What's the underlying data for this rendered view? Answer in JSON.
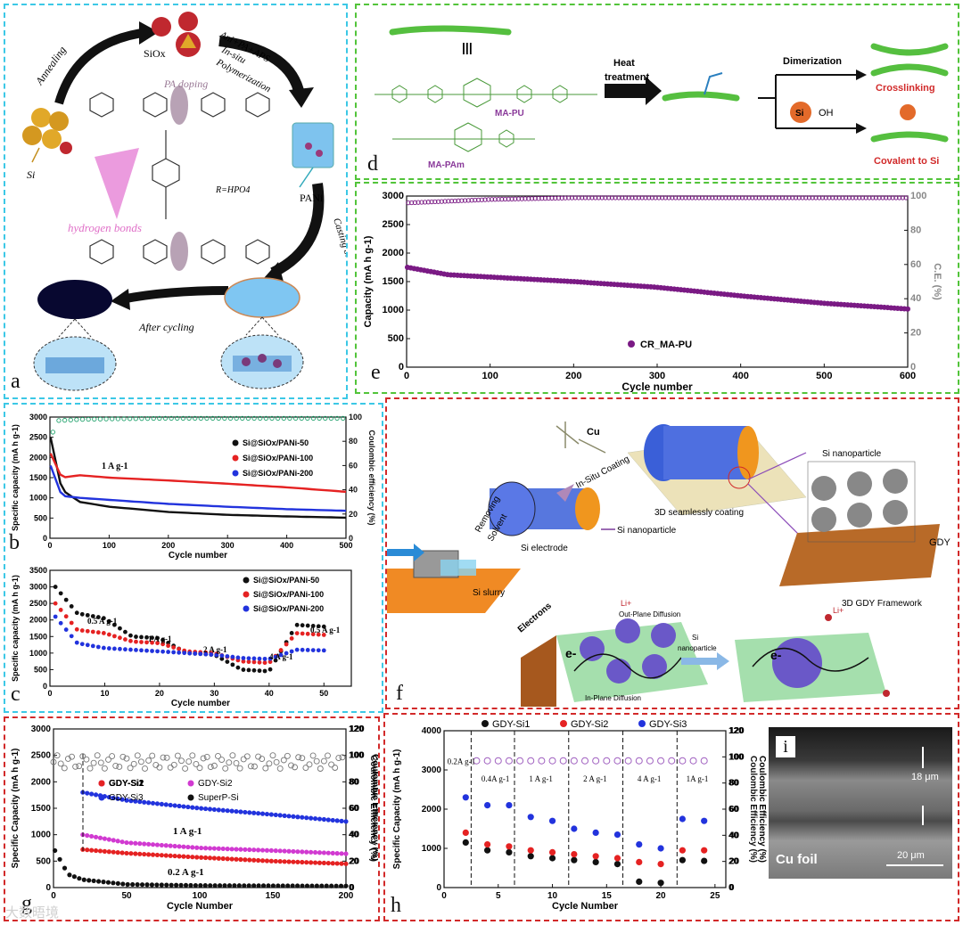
{
  "panel_a": {
    "label": "a",
    "annealing": "Annealing",
    "siox": "SiOx",
    "ani": "Ani+PA+APS",
    "insitu": "In-situ",
    "polymerization": "Polymerization",
    "pa_doping": "PA doping",
    "si": "Si",
    "pani": "PANi",
    "hydrogen_bonds": "hydrogen bonds",
    "casting": "Casting on Cu foil",
    "after_cycling": "After cycling",
    "r_hpo4": "R=HPO4"
  },
  "panel_b": {
    "label": "b",
    "rate_label": "1 A g-1",
    "chart_data": {
      "type": "line",
      "xlabel": "Cycle number",
      "ylabel": "Specific capacity (mA h g-1)",
      "y2label": "Coulombic efficiency (%)",
      "xlim": [
        0,
        500
      ],
      "ylim": [
        0,
        3000
      ],
      "y2lim": [
        0,
        100
      ],
      "xticks": [
        "0",
        "100",
        "200",
        "300",
        "400",
        "500"
      ],
      "yticks": [
        "0",
        "500",
        "1000",
        "1500",
        "2000",
        "2500",
        "3000"
      ],
      "y2ticks": [
        "0",
        "20",
        "40",
        "60",
        "80",
        "100"
      ],
      "series": [
        {
          "name": "Si@SiOx/PANi-50",
          "color": "#111111",
          "x": [
            1,
            20,
            50,
            100,
            200,
            300,
            400,
            500
          ],
          "values": [
            2500,
            1200,
            900,
            780,
            650,
            580,
            540,
            510
          ]
        },
        {
          "name": "Si@SiOx/PANi-100",
          "color": "#e52222",
          "x": [
            1,
            20,
            50,
            100,
            200,
            300,
            400,
            500
          ],
          "values": [
            2100,
            1500,
            1560,
            1500,
            1430,
            1350,
            1260,
            1150
          ]
        },
        {
          "name": "Si@SiOx/PANi-200",
          "color": "#2233dd",
          "x": [
            1,
            20,
            50,
            100,
            200,
            300,
            400,
            500
          ],
          "values": [
            1800,
            1050,
            1000,
            950,
            850,
            780,
            720,
            680
          ]
        }
      ],
      "ce_series": {
        "color": "#23a36e",
        "x": [
          1,
          10,
          50,
          100,
          200,
          300,
          400,
          500
        ],
        "values": [
          80,
          97,
          98,
          98.5,
          99,
          99,
          99,
          99
        ]
      }
    }
  },
  "panel_c": {
    "label": "c",
    "rate_labels": [
      "0.5 A g-1",
      "1 A g-1",
      "2 A g-1",
      "4 A g-1",
      "0.5 A g-1"
    ],
    "chart_data": {
      "type": "scatter",
      "xlabel": "Cycle number",
      "ylabel": "Specific capacity (mA h g-1)",
      "xlim": [
        0,
        55
      ],
      "ylim": [
        0,
        3500
      ],
      "xticks": [
        "0",
        "10",
        "20",
        "30",
        "40",
        "50"
      ],
      "yticks": [
        "0",
        "500",
        "1000",
        "1500",
        "2000",
        "2500",
        "3000",
        "3500"
      ],
      "series": [
        {
          "name": "Si@SiOx/PANi-50",
          "color": "#111111",
          "x": [
            1,
            5,
            10,
            15,
            20,
            25,
            30,
            35,
            40,
            45,
            50
          ],
          "values": [
            3000,
            2200,
            2050,
            1500,
            1450,
            1000,
            950,
            500,
            450,
            1850,
            1800
          ]
        },
        {
          "name": "Si@SiOx/PANi-100",
          "color": "#e52222",
          "x": [
            1,
            5,
            10,
            15,
            20,
            25,
            30,
            35,
            40,
            45,
            50
          ],
          "values": [
            2500,
            1700,
            1600,
            1350,
            1300,
            1050,
            1000,
            750,
            700,
            1600,
            1550
          ]
        },
        {
          "name": "Si@SiOx/PANi-200",
          "color": "#2233dd",
          "x": [
            1,
            5,
            10,
            15,
            20,
            25,
            30,
            35,
            40,
            45,
            50
          ],
          "values": [
            2100,
            1300,
            1150,
            1100,
            1050,
            1000,
            950,
            850,
            820,
            1100,
            1080
          ]
        }
      ]
    }
  },
  "panel_d": {
    "label": "d",
    "heat": "Heat",
    "treatment": "treatment",
    "dimerization": "Dimerization",
    "crosslinking": "Crosslinking",
    "covalent": "Covalent to Si",
    "ma_pu": "MA-PU",
    "ma_pam": "MA-PAm",
    "si": "Si",
    "oh": "OH"
  },
  "panel_e": {
    "label": "e",
    "chart_data": {
      "type": "scatter",
      "xlabel": "Cycle number",
      "ylabel": "Capacity (mA h g-1)",
      "y2label": "C.E. (%)",
      "xlim": [
        0,
        600
      ],
      "ylim": [
        0,
        3000
      ],
      "y2lim": [
        0,
        100
      ],
      "xticks": [
        "0",
        "100",
        "200",
        "300",
        "400",
        "500",
        "600"
      ],
      "yticks": [
        "0",
        "500",
        "1000",
        "1500",
        "2000",
        "2500",
        "3000"
      ],
      "y2ticks": [
        "0",
        "20",
        "40",
        "60",
        "80",
        "100"
      ],
      "series": [
        {
          "name": "CR_MA-PU",
          "color": "#7a1a84",
          "x": [
            1,
            50,
            100,
            200,
            300,
            400,
            500,
            600
          ],
          "values": [
            1750,
            1620,
            1580,
            1500,
            1400,
            1250,
            1120,
            1020
          ]
        }
      ],
      "ce_series": {
        "color": "#7a1a84",
        "x": [
          1,
          100,
          200,
          300,
          400,
          500,
          600
        ],
        "values": [
          96,
          98,
          99,
          99,
          99,
          99,
          99
        ]
      }
    }
  },
  "panel_f": {
    "label": "f",
    "cu": "Cu",
    "insitu_coating": "In-Situ Coating",
    "removing": "Removing",
    "solvent": "Solvent",
    "si_electrode": "Si electrode",
    "si_nanoparticle": "Si nanoparticle",
    "seamless": "3D seamlessly coating",
    "si_np_top": "Si nanoparticle",
    "gdy": "GDY",
    "framework": "3D GDY Framework",
    "slurry": "Si slurry",
    "electrons": "Electrons",
    "out_plane": "Out-Plane Diffusion",
    "in_plane": "In-Plane Diffusion",
    "si_small": "Si",
    "nanoparticle_small": "nanoparticle",
    "li": "Li+",
    "e": "e-"
  },
  "panel_g": {
    "label": "g",
    "rate_1": "1 A g-1",
    "rate_02": "0.2 A g-1",
    "chart_data": {
      "type": "scatter",
      "xlabel": "Cycle Number",
      "ylabel": "Specific Capacity (mA h g-1)",
      "y2label": "Coulombic Efficiency (%)",
      "xlim": [
        0,
        200
      ],
      "ylim": [
        0,
        3000
      ],
      "y2lim": [
        0,
        120
      ],
      "xticks": [
        "0",
        "50",
        "100",
        "150",
        "200"
      ],
      "yticks": [
        "0",
        "500",
        "1000",
        "1500",
        "2000",
        "2500",
        "3000"
      ],
      "y2ticks": [
        "0",
        "20",
        "40",
        "60",
        "80",
        "100",
        "120"
      ],
      "series": [
        {
          "name": "GDY-Si1",
          "color": "#e52222",
          "x": [
            20,
            50,
            100,
            150,
            200
          ],
          "values": [
            720,
            650,
            570,
            500,
            450
          ]
        },
        {
          "name": "GDY-Si2",
          "color": "#d13ad1",
          "x": [
            20,
            50,
            100,
            150,
            200
          ],
          "values": [
            1000,
            850,
            750,
            700,
            640
          ]
        },
        {
          "name": "GDY-Si3",
          "color": "#2233dd",
          "x": [
            20,
            50,
            100,
            150,
            200
          ],
          "values": [
            1800,
            1650,
            1500,
            1380,
            1250
          ]
        },
        {
          "name": "SuperP-Si",
          "color": "#111111",
          "x": [
            1,
            10,
            20,
            50,
            100,
            200
          ],
          "values": [
            700,
            250,
            150,
            60,
            40,
            30
          ]
        }
      ]
    }
  },
  "panel_h": {
    "label": "h",
    "rate_labels": [
      "0.2A g-1",
      "0.4A g-1",
      "1 A g-1",
      "2 A g-1",
      "4 A g-1",
      "1A g-1"
    ],
    "chart_data": {
      "type": "scatter",
      "xlabel": "Cycle Number",
      "ylabel": "Specific Capacity (mA h g-1)",
      "y2label": "Coulombic Efficiency (%)",
      "xlim": [
        0,
        26
      ],
      "ylim": [
        0,
        4000
      ],
      "y2lim": [
        0,
        120
      ],
      "xticks": [
        "0",
        "5",
        "10",
        "15",
        "20",
        "25"
      ],
      "yticks": [
        "0",
        "1000",
        "2000",
        "3000",
        "4000"
      ],
      "y2ticks": [
        "0",
        "20",
        "40",
        "60",
        "80",
        "100",
        "120"
      ],
      "series": [
        {
          "name": "GDY-Si1",
          "color": "#111111",
          "x": [
            2,
            4,
            6,
            8,
            10,
            12,
            14,
            16,
            18,
            20,
            22,
            24
          ],
          "values": [
            1150,
            950,
            900,
            800,
            750,
            700,
            650,
            600,
            150,
            120,
            700,
            680
          ]
        },
        {
          "name": "GDY-Si2",
          "color": "#e52222",
          "x": [
            2,
            4,
            6,
            8,
            10,
            12,
            14,
            16,
            18,
            20,
            22,
            24
          ],
          "values": [
            1400,
            1100,
            1050,
            950,
            900,
            850,
            800,
            750,
            650,
            600,
            950,
            950
          ]
        },
        {
          "name": "GDY-Si3",
          "color": "#2233dd",
          "x": [
            2,
            4,
            6,
            8,
            10,
            12,
            14,
            16,
            18,
            20,
            22,
            24
          ],
          "values": [
            2300,
            2100,
            2100,
            1800,
            1700,
            1500,
            1400,
            1350,
            1100,
            1000,
            1750,
            1700
          ]
        }
      ]
    }
  },
  "panel_i": {
    "label": "i",
    "thickness": "18 μm",
    "cu_foil": "Cu foil",
    "scale": "20 μm"
  },
  "watermark": "大数晤境"
}
